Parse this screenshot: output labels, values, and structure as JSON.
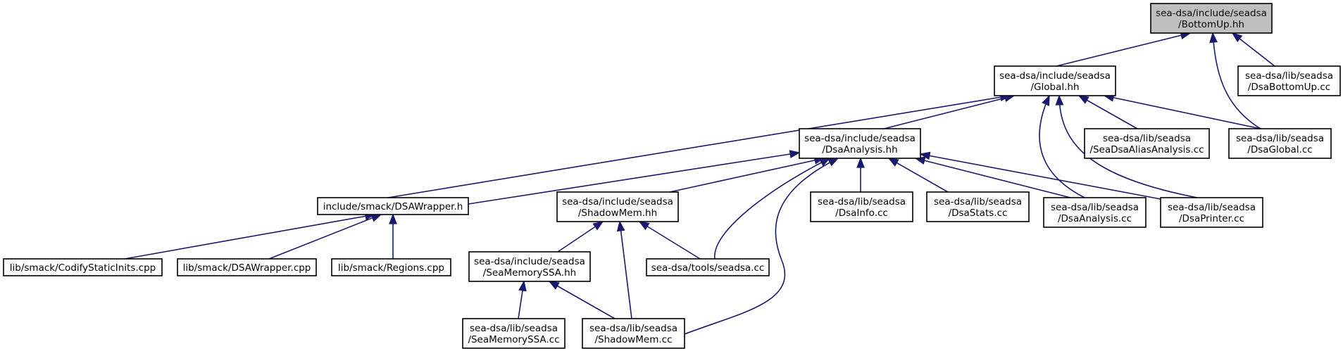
{
  "colors": {
    "edge": "#191970",
    "node_border": "#000000",
    "node_fill": "#ffffff",
    "root_fill": "#bfbfbf",
    "text": "#000000"
  },
  "nodes": [
    {
      "id": "n0",
      "lines": [
        "sea-dsa/include/seadsa",
        "/BottomUp.hh"
      ],
      "highlighted": true
    },
    {
      "id": "n1",
      "lines": [
        "sea-dsa/include/seadsa",
        "/Global.hh"
      ]
    },
    {
      "id": "n2",
      "lines": [
        "sea-dsa/lib/seadsa",
        "/DsaBottomUp.cc"
      ]
    },
    {
      "id": "n3",
      "lines": [
        "sea-dsa/lib/seadsa",
        "/DsaGlobal.cc"
      ]
    },
    {
      "id": "n4",
      "lines": [
        "include/smack/DSAWrapper.h"
      ]
    },
    {
      "id": "n5",
      "lines": [
        "sea-dsa/include/seadsa",
        "/DsaAnalysis.hh"
      ]
    },
    {
      "id": "n6",
      "lines": [
        "sea-dsa/lib/seadsa",
        "/SeaDsaAliasAnalysis.cc"
      ]
    },
    {
      "id": "n7",
      "lines": [
        "sea-dsa/lib/seadsa",
        "/DsaAnalysis.cc"
      ]
    },
    {
      "id": "n8",
      "lines": [
        "sea-dsa/lib/seadsa",
        "/DsaPrinter.cc"
      ]
    },
    {
      "id": "n9",
      "lines": [
        "lib/smack/CodifyStaticInits.cpp"
      ]
    },
    {
      "id": "n10",
      "lines": [
        "lib/smack/DSAWrapper.cpp"
      ]
    },
    {
      "id": "n11",
      "lines": [
        "lib/smack/Regions.cpp"
      ]
    },
    {
      "id": "n12",
      "lines": [
        "sea-dsa/include/seadsa",
        "/ShadowMem.hh"
      ]
    },
    {
      "id": "n13",
      "lines": [
        "sea-dsa/tools/seadsa.cc"
      ]
    },
    {
      "id": "n14",
      "lines": [
        "sea-dsa/lib/seadsa",
        "/ShadowMem.cc"
      ]
    },
    {
      "id": "n15",
      "lines": [
        "sea-dsa/lib/seadsa",
        "/DsaInfo.cc"
      ]
    },
    {
      "id": "n16",
      "lines": [
        "sea-dsa/lib/seadsa",
        "/DsaStats.cc"
      ]
    },
    {
      "id": "n17",
      "lines": [
        "sea-dsa/include/seadsa",
        "/SeaMemorySSA.hh"
      ]
    },
    {
      "id": "n18",
      "lines": [
        "sea-dsa/lib/seadsa",
        "/SeaMemorySSA.cc"
      ]
    }
  ],
  "edges": [
    {
      "from": "n0",
      "to": "n1"
    },
    {
      "from": "n0",
      "to": "n2"
    },
    {
      "from": "n0",
      "to": "n3"
    },
    {
      "from": "n1",
      "to": "n4"
    },
    {
      "from": "n1",
      "to": "n5"
    },
    {
      "from": "n1",
      "to": "n6"
    },
    {
      "from": "n1",
      "to": "n3"
    },
    {
      "from": "n1",
      "to": "n7"
    },
    {
      "from": "n1",
      "to": "n8"
    },
    {
      "from": "n5",
      "to": "n4"
    },
    {
      "from": "n5",
      "to": "n12"
    },
    {
      "from": "n5",
      "to": "n13"
    },
    {
      "from": "n5",
      "to": "n14"
    },
    {
      "from": "n5",
      "to": "n15"
    },
    {
      "from": "n5",
      "to": "n16"
    },
    {
      "from": "n5",
      "to": "n7"
    },
    {
      "from": "n5",
      "to": "n8"
    },
    {
      "from": "n4",
      "to": "n9"
    },
    {
      "from": "n4",
      "to": "n10"
    },
    {
      "from": "n4",
      "to": "n11"
    },
    {
      "from": "n12",
      "to": "n17"
    },
    {
      "from": "n12",
      "to": "n14"
    },
    {
      "from": "n12",
      "to": "n13"
    },
    {
      "from": "n17",
      "to": "n18"
    },
    {
      "from": "n17",
      "to": "n14"
    }
  ]
}
